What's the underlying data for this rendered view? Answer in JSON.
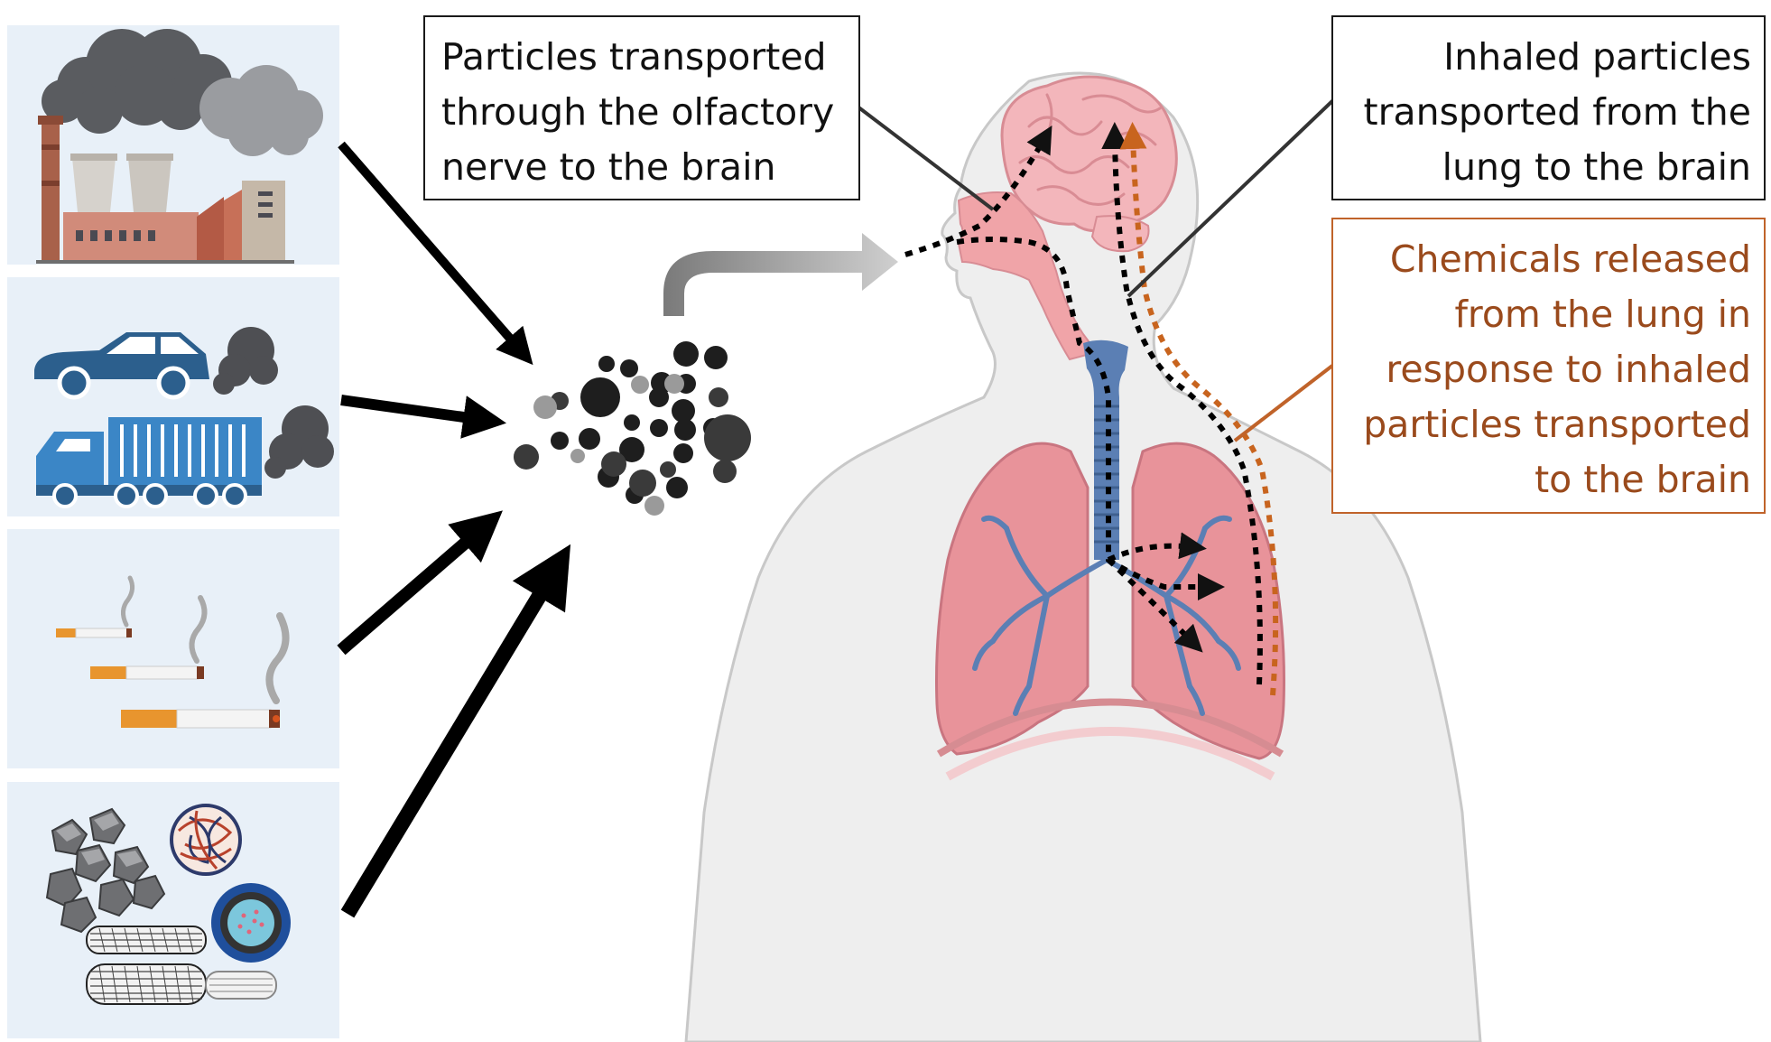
{
  "colors": {
    "panel_background": "#e8f0f8",
    "arrow": "#000000",
    "olfactory_path": "#000000",
    "lung_brain_path": "#000000",
    "chemical_path": "#c8641e",
    "chemical_callout_text": "#9a4a1c",
    "chemical_callout_border": "#c0632a",
    "lung": "#e08a92",
    "trachea": "#5b7fb4",
    "brain": "#f2b3b8",
    "body": "#f0f0f0"
  },
  "sources": [
    {
      "icon": "factory-smoke-icon"
    },
    {
      "icon": "vehicle-exhaust-icon"
    },
    {
      "icon": "cigarette-smoke-icon"
    },
    {
      "icon": "engineered-nanomaterials-icon"
    }
  ],
  "particles": {
    "icon": "particle-cluster-icon"
  },
  "callouts": {
    "olfactory": {
      "lines": [
        "Particles transported",
        "through the olfactory",
        "nerve to the brain"
      ]
    },
    "lung_to_brain": {
      "lines": [
        "Inhaled particles",
        "transported from the",
        "lung to the brain"
      ]
    },
    "chemicals": {
      "lines": [
        "Chemicals released",
        "from the lung in",
        "response to inhaled",
        "particles transported",
        "to the brain"
      ]
    }
  }
}
